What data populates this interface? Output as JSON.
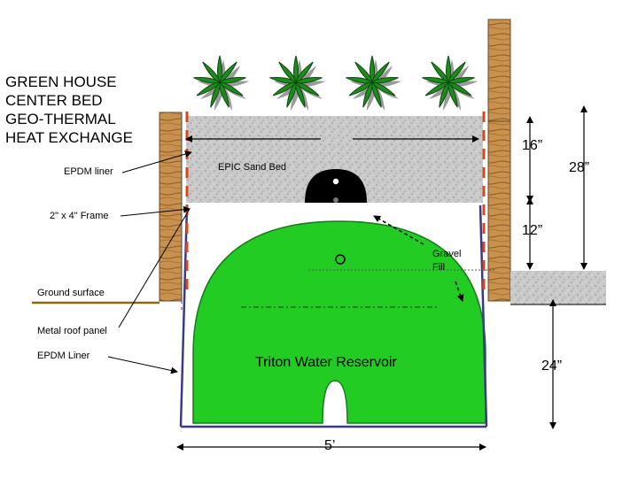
{
  "title_lines": [
    "GREEN HOUSE",
    "CENTER BED",
    "GEO-THERMAL",
    "HEAT EXCHANGE"
  ],
  "labels": {
    "epdm_liner_top": "EPDM liner",
    "epic_sand_bed": "EPIC Sand Bed",
    "frame": "2\" x 4\" Frame",
    "gravel_fill_line1": "Gravel",
    "gravel_fill_line2": "Fill",
    "ground_surface": "Ground surface",
    "metal_roof_panel": "Metal roof panel",
    "epdm_liner_bottom": "EPDM Liner",
    "reservoir": "Triton Water Reservoir"
  },
  "dimensions": {
    "sand_bed_depth": "16”",
    "bed_height": "28”",
    "gravel_gap": "12”",
    "below_ground": "24”",
    "width": "5’"
  },
  "colors": {
    "wood": "#c8914e",
    "wood_grain": "#8a5a26",
    "sand": "#c9c9c9",
    "reservoir": "#22cc22",
    "plants": "#1f8a1f",
    "liner": "#3a3a8a",
    "liner_dash": "#d24a1e",
    "ground": "#8a6a10"
  },
  "plant_count": 4
}
